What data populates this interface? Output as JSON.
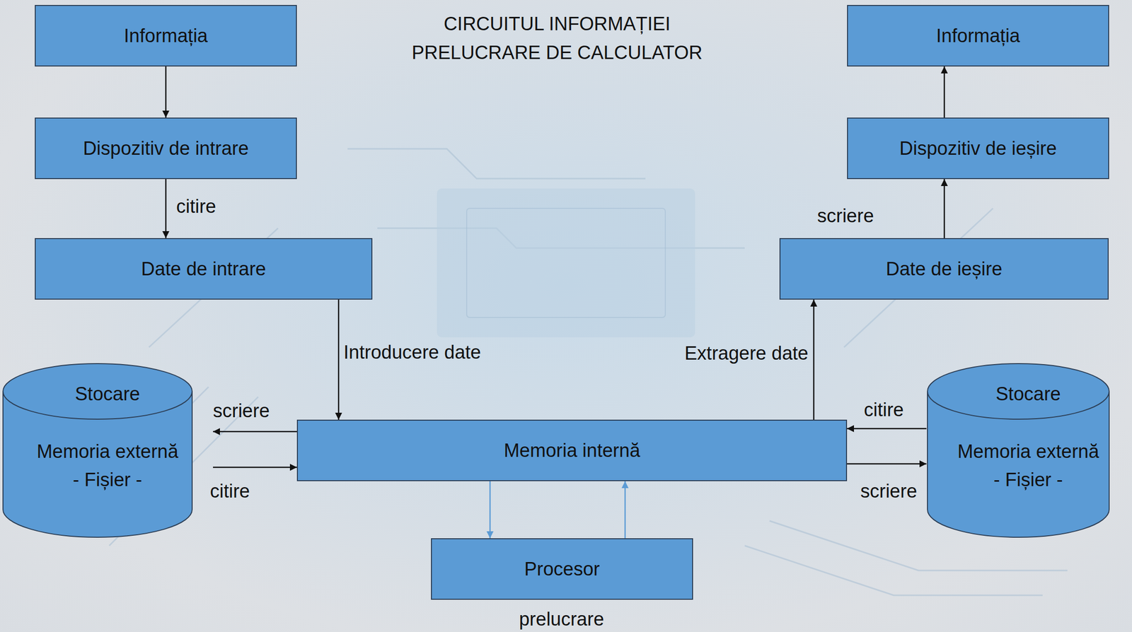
{
  "diagram": {
    "title": "CIRCUITUL INFORMAȚIEI PRELUCRARE DE CALCULATOR",
    "nodes": [
      {
        "text": [
          "Informația"
        ]
      },
      {
        "text": [
          "Dispozitiv de intrare"
        ]
      },
      {
        "text": [
          "Date de intrare"
        ]
      },
      {
        "text": [
          "Informația"
        ]
      },
      {
        "text": [
          "Dispozitiv de ieșire"
        ]
      },
      {
        "text": [
          "Date de ieșire"
        ]
      },
      {
        "text": [
          "Stocare",
          "Memoria externă",
          "- Fișier -"
        ]
      },
      {
        "text": [
          "Memoria internă"
        ]
      },
      {
        "text": [
          "Stocare",
          "Memoria externă",
          "- Fișier -"
        ]
      },
      {
        "text": [
          "Procesor"
        ]
      }
    ],
    "edges": [
      {
        "from": 0,
        "to": 1,
        "arrow": "to"
      },
      {
        "from": 1,
        "to": 2,
        "label": "citire",
        "arrow": "to"
      },
      {
        "from": 2,
        "to": 7,
        "label": "Introducere date",
        "arrow": "to"
      },
      {
        "from": 7,
        "to": 6,
        "label": "scriere",
        "arrow": "to"
      },
      {
        "from": 6,
        "to": 7,
        "label": "citire",
        "arrow": "to"
      },
      {
        "from": 7,
        "to": 5,
        "label": "Extragere date",
        "arrow": "to"
      },
      {
        "from": 8,
        "to": 7,
        "label": "citire",
        "arrow": "to"
      },
      {
        "from": 7,
        "to": 8,
        "label": "scriere",
        "arrow": "to"
      },
      {
        "from": 7,
        "to": 9,
        "arrow": "to"
      },
      {
        "from": 9,
        "to": 7,
        "arrow": "to"
      },
      {
        "from": 5,
        "to": 4,
        "label": "scriere",
        "arrow": "to"
      },
      {
        "from": 4,
        "to": 3,
        "arrow": "to"
      }
    ],
    "labels": [
      "prelucrare"
    ]
  }
}
